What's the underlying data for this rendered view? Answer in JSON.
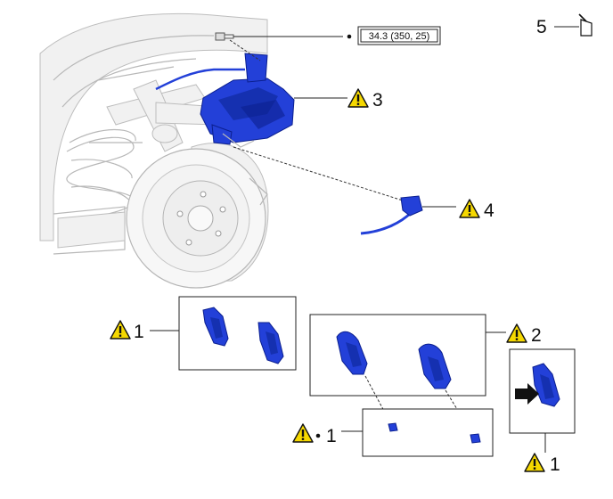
{
  "torque_spec": "34.3 (350, 25)",
  "callouts": {
    "c5": "5",
    "c3": "3",
    "c4": "4",
    "c1_left": "1",
    "c2": "2",
    "c1_dot": "1",
    "c1_bottom": "1"
  },
  "colors": {
    "part_blue": "#2340d8",
    "warning_yellow": "#f5d800"
  },
  "icons": [
    "caution-triangle-icon",
    "grease-applicator-icon",
    "arrow-right-icon",
    "bullet-dot-icon"
  ]
}
